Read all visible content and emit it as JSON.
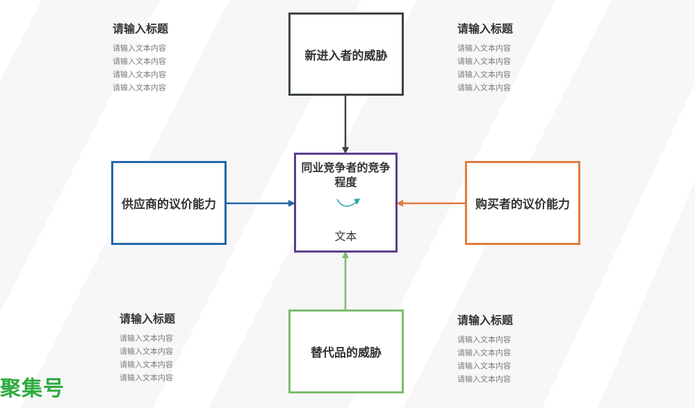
{
  "boxes": {
    "top": "新进入者的威胁",
    "left": "供应商的议价能力",
    "right": "购买者的议价能力",
    "bottom": "替代品的威胁",
    "center_title": "同业竞争者的竞争程度",
    "center_text": "文本"
  },
  "notes": [
    {
      "title": "请输入标题",
      "lines": [
        "请输入文本内容",
        "请输入文本内容",
        "请输入文本内容",
        "请输入文本内容"
      ]
    },
    {
      "title": "请输入标题",
      "lines": [
        "请输入文本内容",
        "请输入文本内容",
        "请输入文本内容",
        "请输入文本内容"
      ]
    },
    {
      "title": "请输入标题",
      "lines": [
        "请输入文本内容",
        "请输入文本内容",
        "请输入文本内容",
        "请输入文本内容"
      ]
    },
    {
      "title": "请输入标题",
      "lines": [
        "请输入文本内容",
        "请输入文本内容",
        "请输入文本内容",
        "请输入文本内容"
      ]
    }
  ],
  "watermark": "聚集号",
  "colors": {
    "top": "#3d4343",
    "left": "#2466a8",
    "right": "#e07b3e",
    "bottom": "#7dbb6e",
    "center": "#5b3f8e",
    "cycle_icon": "#2aa7b3",
    "watermark": "#2eaa3e"
  }
}
